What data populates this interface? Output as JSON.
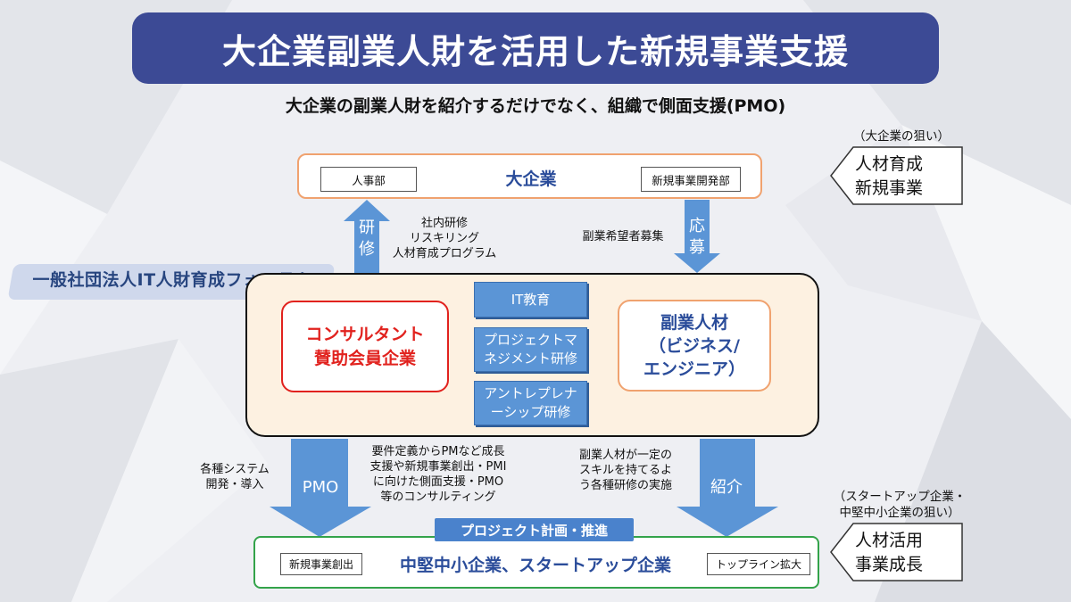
{
  "title": "大企業副業人財を活用した新規事業支援",
  "subtitle": "大企業の副業人財を紹介するだけでなく、組織で側面支援(PMO)",
  "large_company": {
    "name": "大企業",
    "left_label": "人事部",
    "right_label": "新規事業開発部"
  },
  "large_company_goal": {
    "caption": "（大企業の狙い）",
    "line1": "人材育成",
    "line2": "新規事業"
  },
  "training_arrow": {
    "label_line1": "研",
    "label_line2": "修",
    "note_line1": "社内研修",
    "note_line2": "リスキリング",
    "note_line3": "人材育成プログラム"
  },
  "apply_arrow": {
    "label_line1": "応",
    "label_line2": "募",
    "note": "副業希望者募集"
  },
  "forum": "一般社団法人IT人財育成フォーラム",
  "consultant": {
    "line1": "コンサルタント",
    "line2": "賛助会員企業"
  },
  "courses": [
    {
      "line1": "IT教育",
      "line2": ""
    },
    {
      "line1": "プロジェクトマ",
      "line2": "ネジメント研修"
    },
    {
      "line1": "アントレプレナ",
      "line2": "ーシップ研修"
    }
  ],
  "side_talent": {
    "line1": "副業人材",
    "line2": "（ビジネス/",
    "line3": "エンジニア）"
  },
  "pmo_arrow": {
    "label": "PMO",
    "left_note_line1": "各種システム",
    "left_note_line2": "開発・導入",
    "right_note_line1": "要件定義からPMなど成長",
    "right_note_line2": "支援や新規事業創出・PMI",
    "right_note_line3": "に向けた側面支援・PMO",
    "right_note_line4": "等のコンサルティング"
  },
  "intro_arrow": {
    "label": "紹介",
    "note_line1": "副業人材が一定の",
    "note_line2": "スキルを持てるよ",
    "note_line3": "う各種研修の実施"
  },
  "project_banner": "プロジェクト計画・推進",
  "sme": {
    "name": "中堅中小企業、スタートアップ企業",
    "left_label": "新規事業創出",
    "right_label": "トップライン拡大"
  },
  "sme_goal": {
    "caption_line1": "（スタートアップ企業・",
    "caption_line2": "中堅中小企業の狙い）",
    "line1": "人材活用",
    "line2": "事業成長"
  },
  "colors": {
    "title_bg": "#3c4a95",
    "arrow_blue": "#5b95d6",
    "accent_red": "#e1221e",
    "accent_orange": "#f0a26f",
    "accent_green": "#33a34a",
    "text_blue": "#2a4c9a"
  }
}
